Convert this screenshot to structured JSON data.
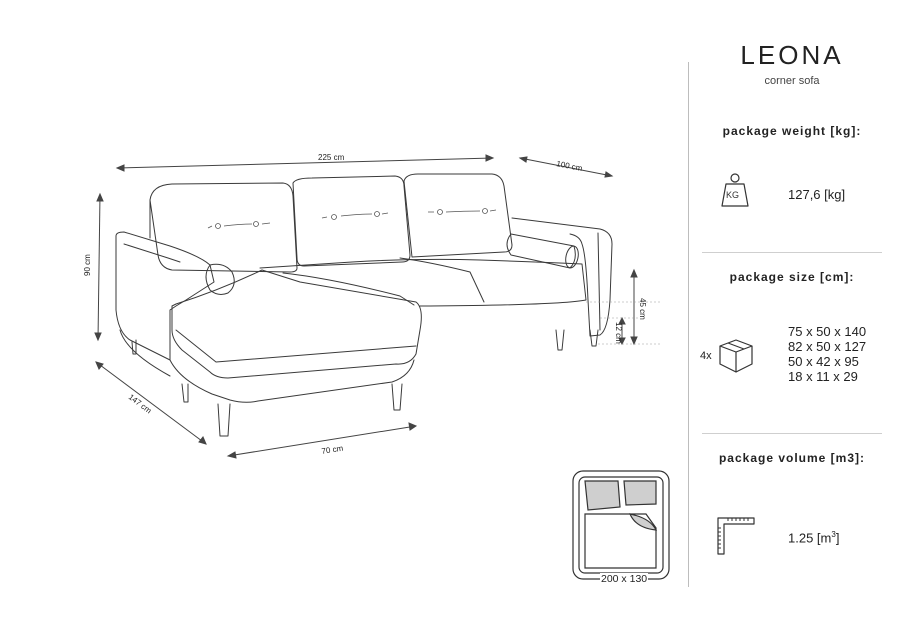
{
  "product": {
    "title": "LEONA",
    "subtitle": "corner sofa"
  },
  "dimensions": {
    "width": "225 cm",
    "depth": "100 cm",
    "height": "90 cm",
    "seat_height": "45 cm",
    "leg_height": "12 cm",
    "chaise_length": "147 cm",
    "chaise_width": "70 cm"
  },
  "bed": {
    "size_label": "200 x 130"
  },
  "package_weight": {
    "heading": "package weight [kg]:",
    "icon": "weight-kg-icon",
    "icon_text": "KG",
    "value": "127,6 [kg]"
  },
  "package_size": {
    "heading": "package size [cm]:",
    "icon": "box-icon",
    "count": "4x",
    "items": [
      "75 x 50 x 140",
      "82 x 50 x 127",
      "50 x 42 x 95",
      "18 x 11 x 29"
    ]
  },
  "package_volume": {
    "heading": "package volume [m3]:",
    "icon": "ruler-corner-icon",
    "value": "1.25 [m",
    "unit_sup": "3",
    "value_suffix": "]"
  }
}
